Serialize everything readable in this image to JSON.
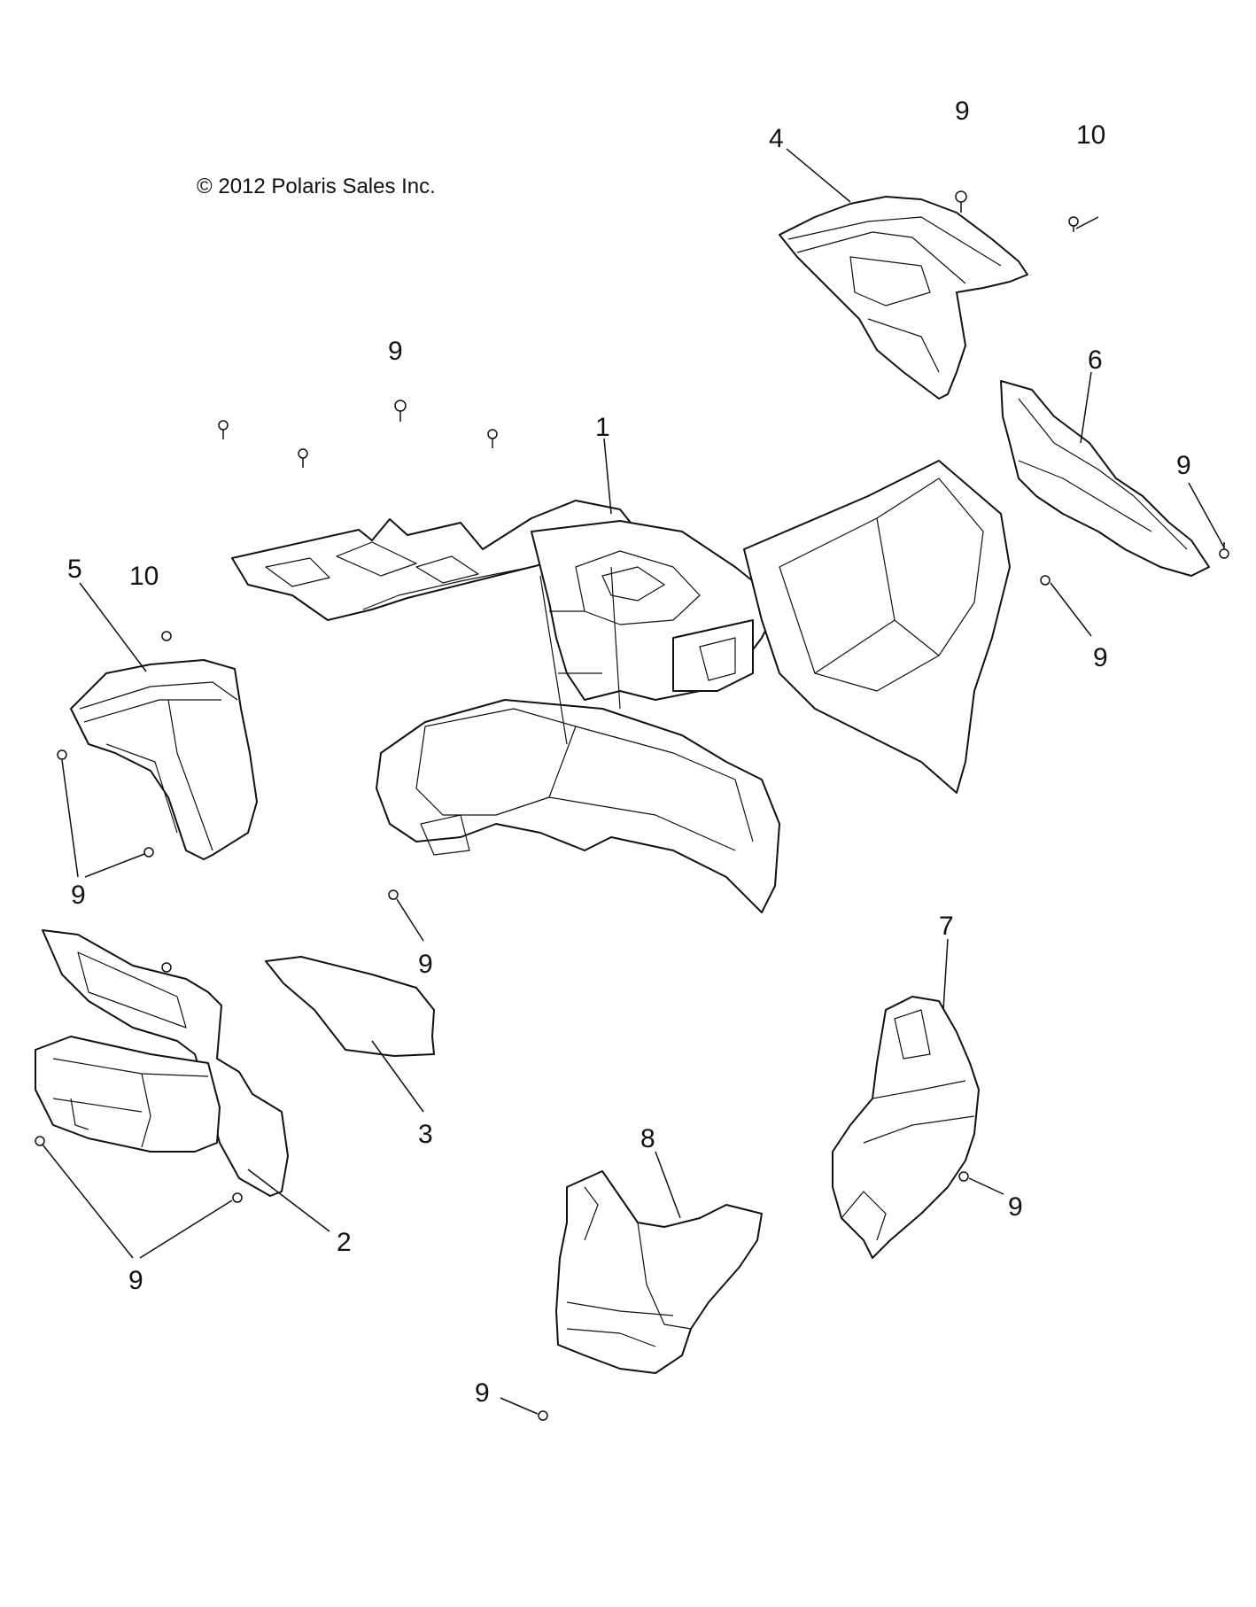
{
  "copyright": "© 2012 Polaris Sales Inc.",
  "callouts": [
    "1",
    "2",
    "3",
    "4",
    "5",
    "6",
    "7",
    "8",
    "9",
    "10"
  ]
}
